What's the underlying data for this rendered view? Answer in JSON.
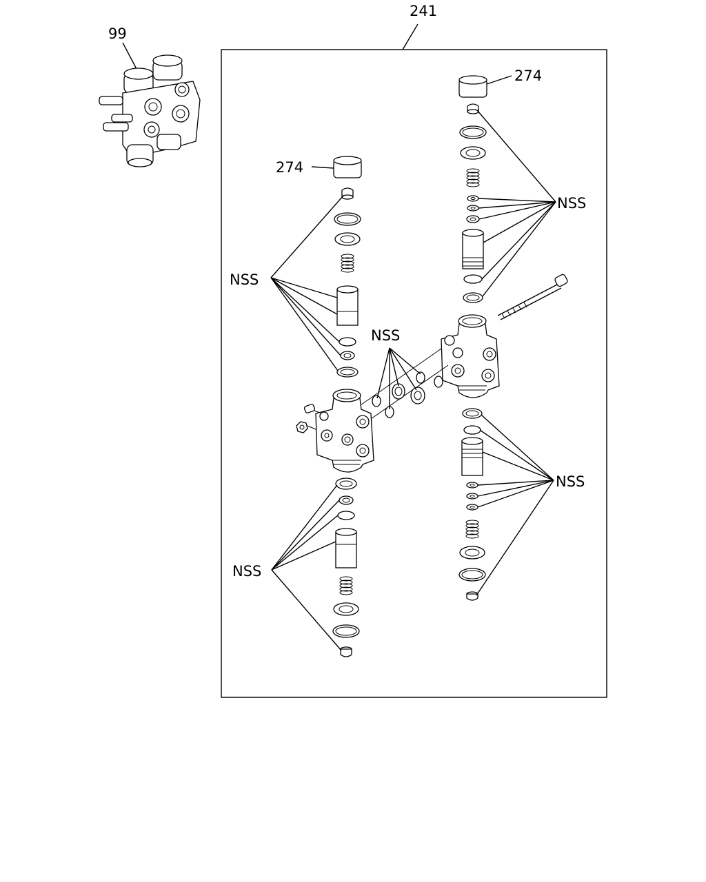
{
  "labels": {
    "assembly_callout": "241",
    "overview_callout": "99",
    "cap_callout_right": "274",
    "cap_callout_left": "274",
    "nss_upper_right": "NSS",
    "nss_upper_left": "NSS",
    "nss_center": "NSS",
    "nss_lower_right": "NSS",
    "nss_lower_left": "NSS"
  }
}
